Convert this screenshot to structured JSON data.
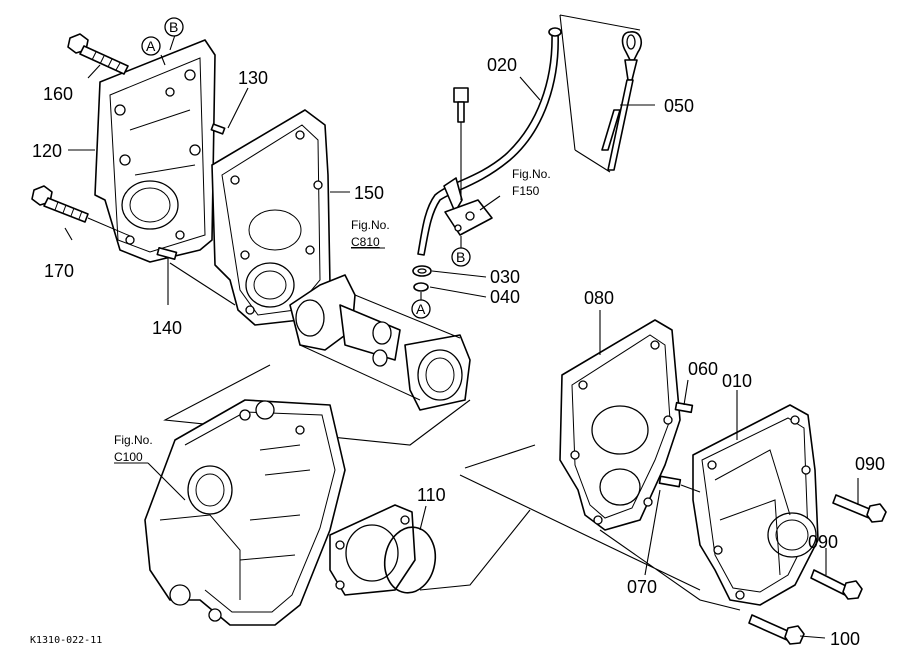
{
  "callouts": {
    "p160": "160",
    "p120": "120",
    "p130": "130",
    "p150": "150",
    "p170": "170",
    "p140": "140",
    "p020": "020",
    "p050": "050",
    "p030": "030",
    "p040": "040",
    "p080": "080",
    "p060": "060",
    "p010": "010",
    "p090a": "090",
    "p090b": "090",
    "p110": "110",
    "p070": "070",
    "p100": "100"
  },
  "circle_markers": {
    "a_top": "A",
    "b_top": "B",
    "b_mid": "B",
    "a_mid": "A"
  },
  "figure_refs": {
    "c810": {
      "prefix": "Fig.No.",
      "code": "C810"
    },
    "f150": {
      "prefix": "Fig.No.",
      "code": "F150"
    },
    "c100": {
      "prefix": "Fig.No.",
      "code": "C100"
    }
  },
  "drawing_code": "K1310-022-11",
  "icons": {
    "bolt": "hex-bolt-icon",
    "dipstick": "dipstick-icon",
    "gasket": "gasket-icon",
    "o_ring": "o-ring-icon"
  }
}
